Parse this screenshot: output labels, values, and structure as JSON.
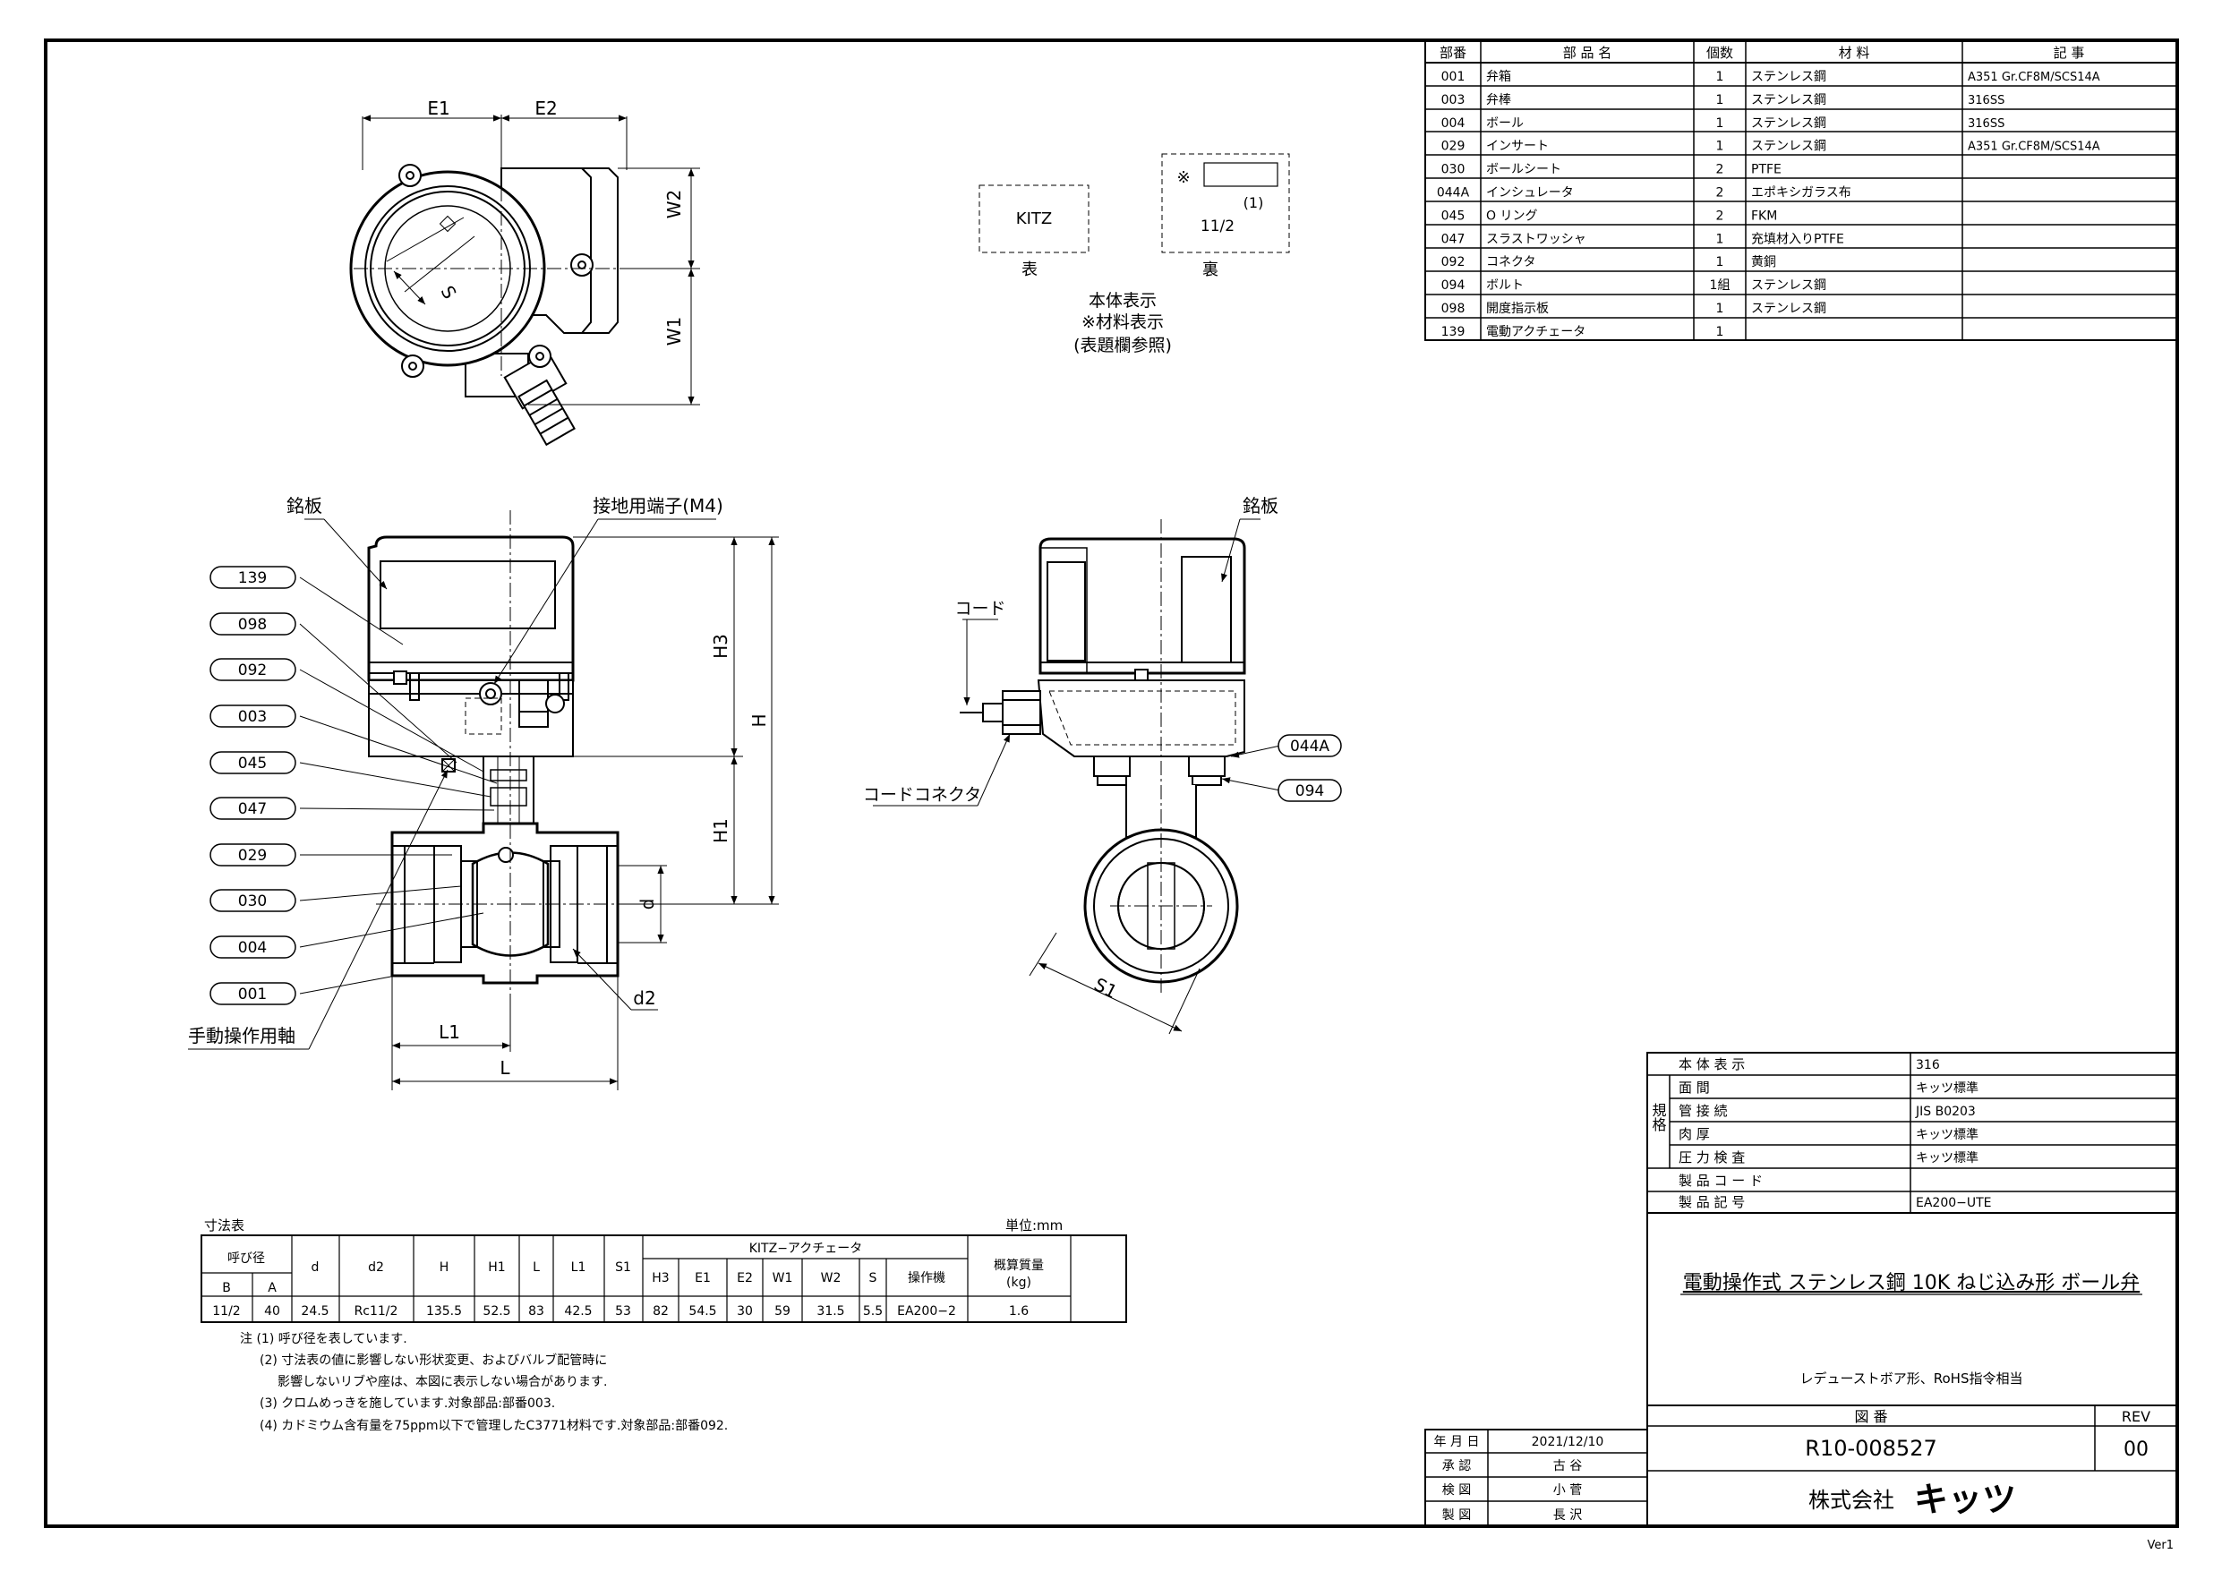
{
  "parts": {
    "headers": [
      "部番",
      "部 品 名",
      "個数",
      "材 料",
      "記 事"
    ],
    "rows": [
      [
        "001",
        "弁箱",
        "1",
        "ステンレス鋼",
        "A351 Gr.CF8M/SCS14A"
      ],
      [
        "003",
        "弁棒",
        "1",
        "ステンレス鋼",
        "316SS"
      ],
      [
        "004",
        "ボール",
        "1",
        "ステンレス鋼",
        "316SS"
      ],
      [
        "029",
        "インサート",
        "1",
        "ステンレス鋼",
        "A351 Gr.CF8M/SCS14A"
      ],
      [
        "030",
        "ボールシート",
        "2",
        "PTFE",
        ""
      ],
      [
        "044A",
        "インシュレータ",
        "2",
        "エポキシガラス布",
        ""
      ],
      [
        "045",
        "O リング",
        "2",
        "FKM",
        ""
      ],
      [
        "047",
        "スラストワッシャ",
        "1",
        "充填材入りPTFE",
        ""
      ],
      [
        "092",
        "コネクタ",
        "1",
        "黄銅",
        ""
      ],
      [
        "094",
        "ボルト",
        "1組",
        "ステンレス鋼",
        ""
      ],
      [
        "098",
        "開度指示板",
        "1",
        "ステンレス鋼",
        ""
      ],
      [
        "139",
        "電動アクチェータ",
        "1",
        "",
        ""
      ]
    ]
  },
  "marking": {
    "front_text": "KITZ",
    "front_label": "表",
    "back_mark": "※",
    "back_note": "(1)",
    "back_size": "11/2",
    "back_label": "裏",
    "caption1": "本体表示",
    "caption2": "※材料表示",
    "caption3": "(表題欄参照)"
  },
  "top_view": {
    "e1": "E1",
    "e2": "E2",
    "w1": "W1",
    "w2": "W2",
    "s": "S"
  },
  "front_view": {
    "nameplate": "銘板",
    "ground": "接地用端子(M4)",
    "manual": "手動操作用軸",
    "h3": "H3",
    "h": "H",
    "h1": "H1",
    "d": "d",
    "d2": "d2",
    "l1": "L1",
    "l": "L",
    "balloons": [
      "139",
      "098",
      "092",
      "003",
      "045",
      "047",
      "029",
      "030",
      "004",
      "001"
    ]
  },
  "side_view": {
    "nameplate": "銘板",
    "cord": "コード",
    "connector": "コードコネクタ",
    "s1": "S1",
    "balloons": [
      "044A",
      "094"
    ]
  },
  "dim_table": {
    "title": "寸法表",
    "unit": "単位:mm",
    "yobikei": "呼び径",
    "kitz_group": "KITZ−アクチェータ",
    "mass": "概算質量",
    "mass_unit": "(kg)",
    "headers": [
      "B",
      "A",
      "d",
      "d2",
      "H",
      "H1",
      "L",
      "L1",
      "S1",
      "H3",
      "E1",
      "E2",
      "W1",
      "W2",
      "S",
      "操作機"
    ],
    "row": [
      "11/2",
      "40",
      "24.5",
      "Rc11/2",
      "135.5",
      "52.5",
      "83",
      "42.5",
      "53",
      "82",
      "54.5",
      "30",
      "59",
      "31.5",
      "5.5",
      "EA200−2",
      "1.6"
    ]
  },
  "notes": [
    "注 (1) 呼び径を表しています.",
    "(2) 寸法表の値に影響しない形状変更、およびバルブ配管時に",
    "影響しないリブや座は、本図に表示しない場合があります.",
    "(3) クロムめっきを施しています.対象部品:部番003.",
    "(4) カドミウム含有量を75ppm以下で管理したC3771材料です.対象部品:部番092."
  ],
  "spec": {
    "kikaku": "規格",
    "rows": [
      [
        "本 体 表 示",
        "316"
      ],
      [
        "面 間",
        "キッツ標準"
      ],
      [
        "管 接 続",
        "JIS B0203"
      ],
      [
        "肉 厚",
        "キッツ標準"
      ],
      [
        "圧 力 検 査",
        "キッツ標準"
      ],
      [
        "製 品 コ ー ド",
        ""
      ],
      [
        "製 品 記 号",
        "EA200−UTE"
      ]
    ]
  },
  "title_block": {
    "title": "電動操作式 ステンレス鋼 10K ねじ込み形 ボール弁",
    "subtitle": "レデューストボア形、RoHS指令相当",
    "zuban_label": "図 番",
    "rev_label": "REV",
    "drawing_no": "R10-008527",
    "rev": "00",
    "sign_rows": [
      [
        "年 月 日",
        "2021/12/10"
      ],
      [
        "承 認",
        "古 谷"
      ],
      [
        "検 図",
        "小 菅"
      ],
      [
        "製 図",
        "長 沢"
      ]
    ],
    "company": "株式会社",
    "logo": "キッツ"
  },
  "version": "Ver1"
}
